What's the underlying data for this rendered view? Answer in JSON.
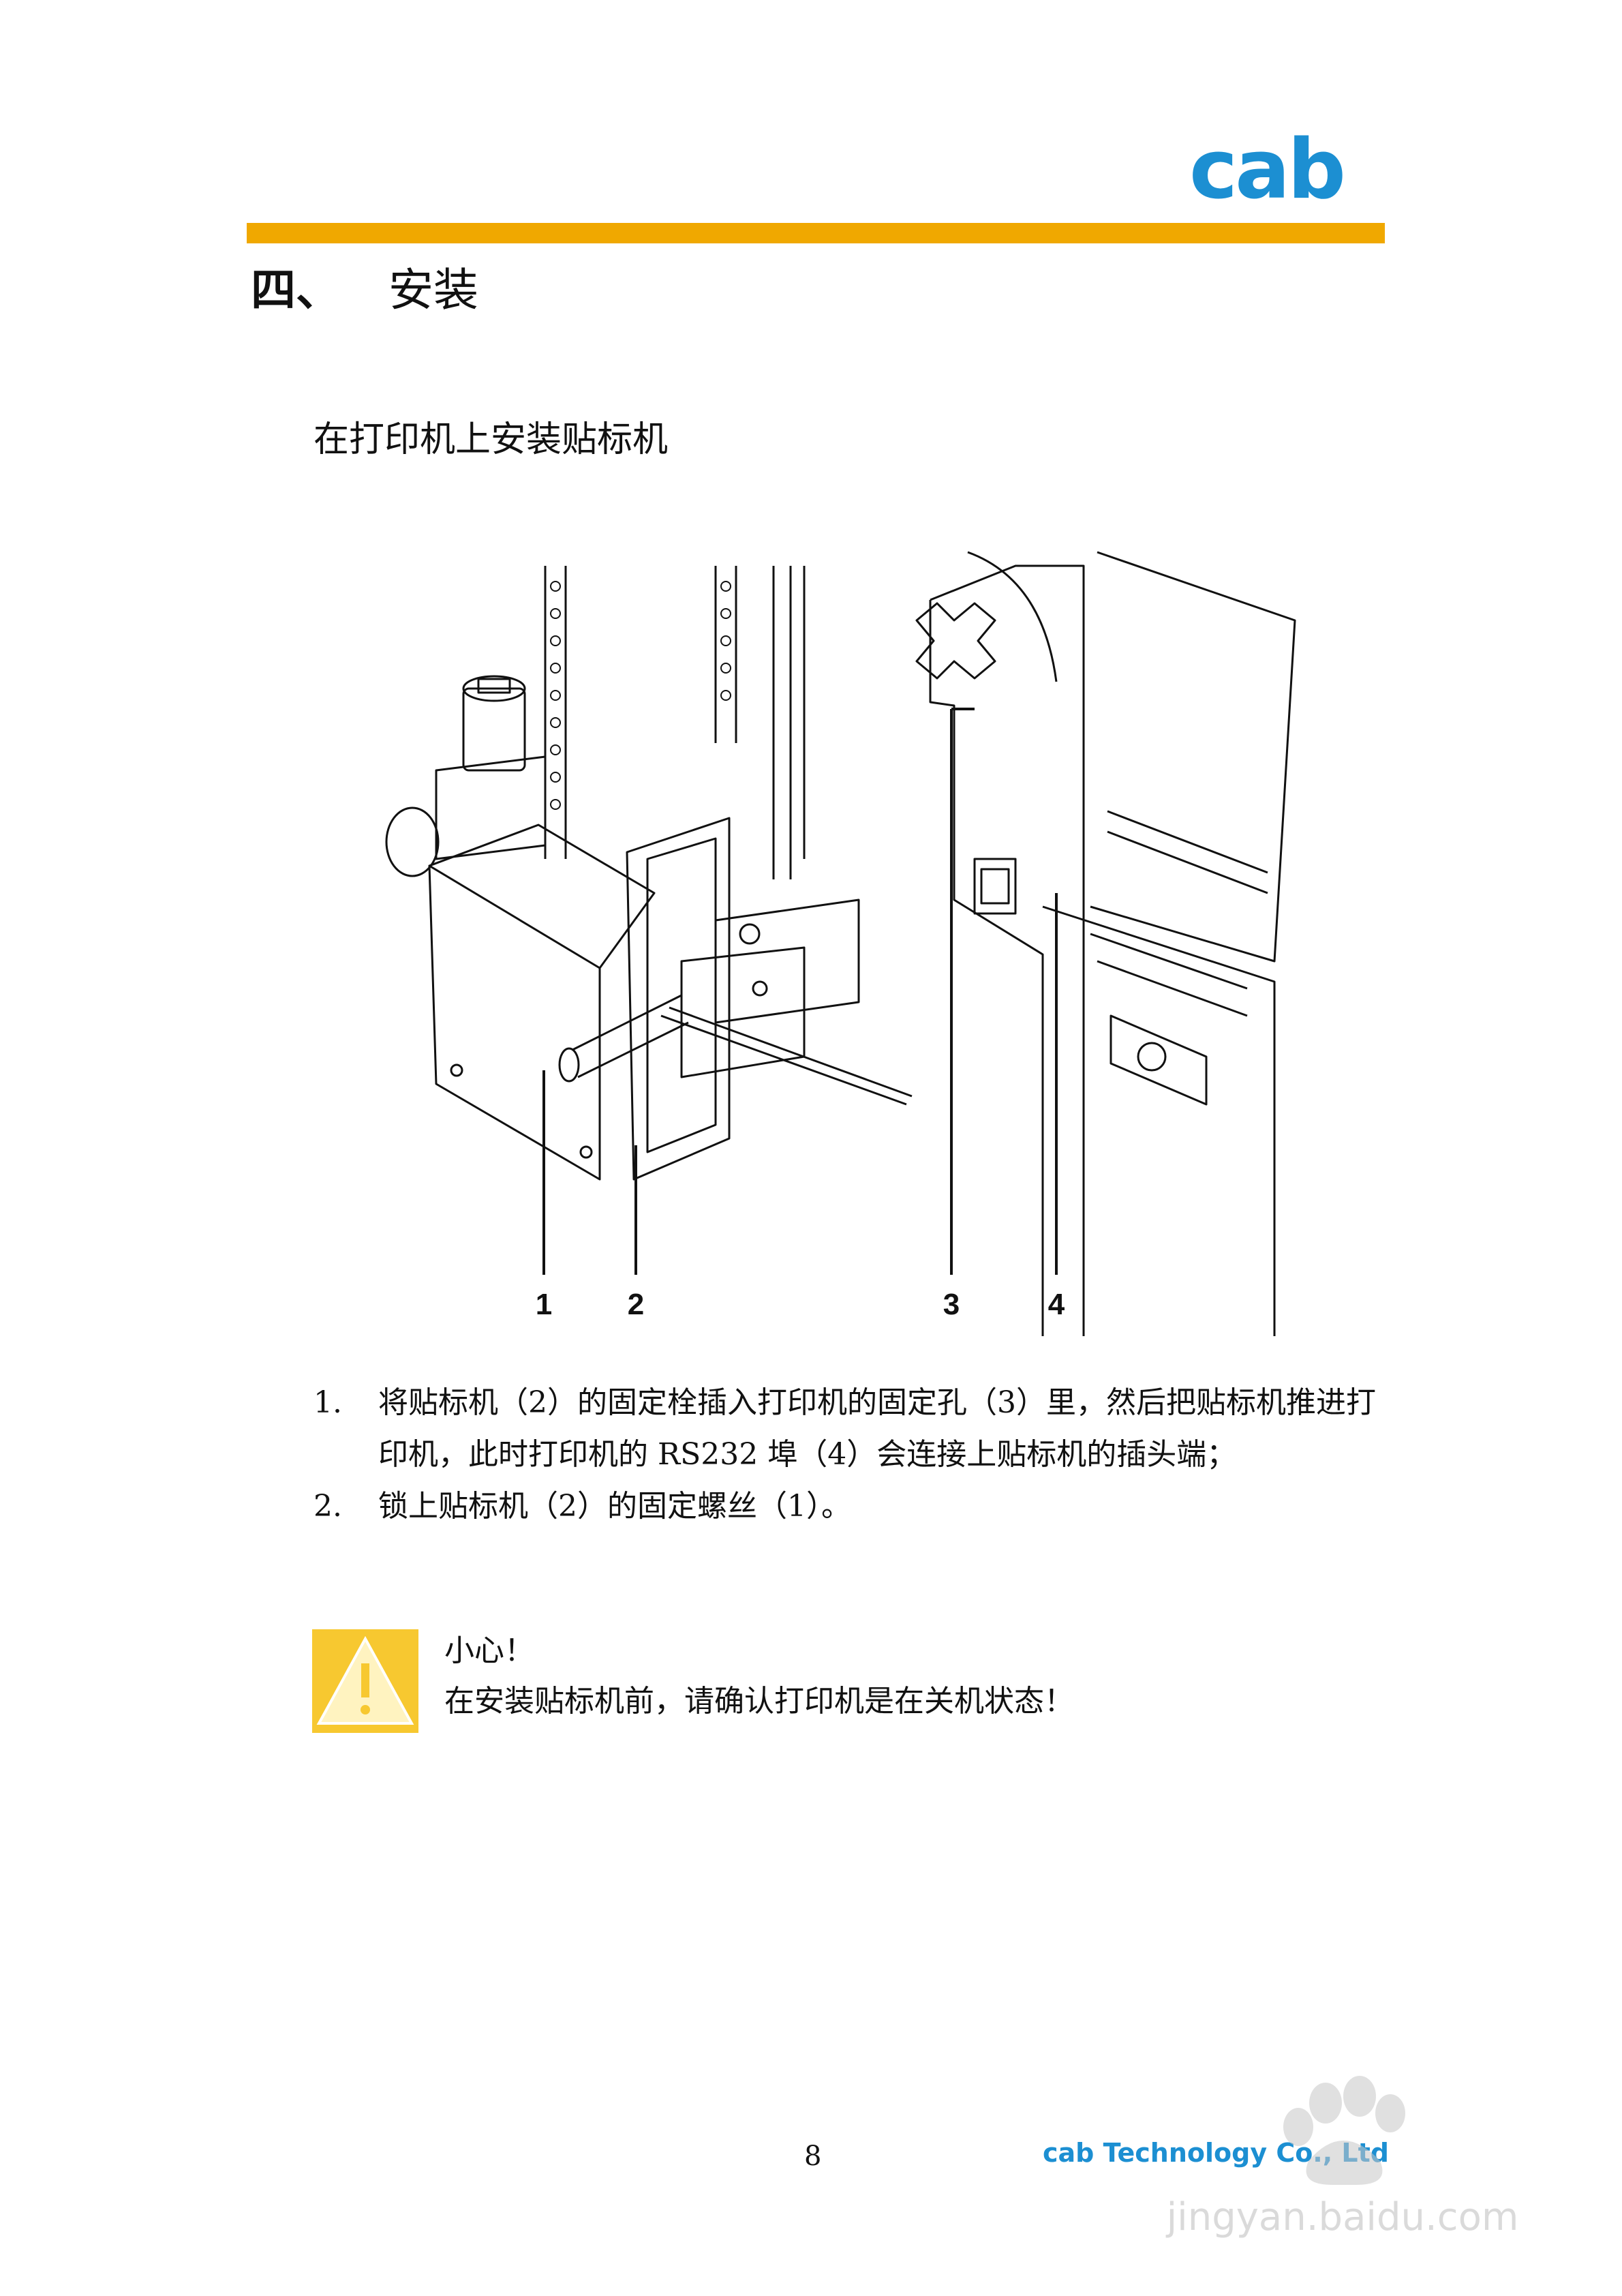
{
  "header": {
    "logo_text": "cab",
    "accent_color": "#f0a800",
    "brand_color": "#1c8fd2"
  },
  "section": {
    "number": "四、",
    "title": "安装"
  },
  "subtitle": "在打印机上安装贴标机",
  "figure": {
    "callouts": [
      "1",
      "2",
      "3",
      "4"
    ]
  },
  "steps": [
    {
      "num": "1.",
      "text": "将贴标机（2）的固定栓插入打印机的固定孔（3）里，然后把贴标机推进打印机，此时打印机的 RS232 埠（4）会连接上贴标机的插头端；"
    },
    {
      "num": "2.",
      "text": "锁上贴标机（2）的固定螺丝（1）。"
    }
  ],
  "warning": {
    "title": "小心！",
    "text": "在安装贴标机前，请确认打印机是在关机状态！",
    "icon": "warning-icon"
  },
  "footer": {
    "page_number": "8",
    "company": "cab  Technology  Co., Ltd"
  },
  "watermark": {
    "text": "jingyan.baidu.com",
    "icon": "baidu-paw-icon"
  }
}
